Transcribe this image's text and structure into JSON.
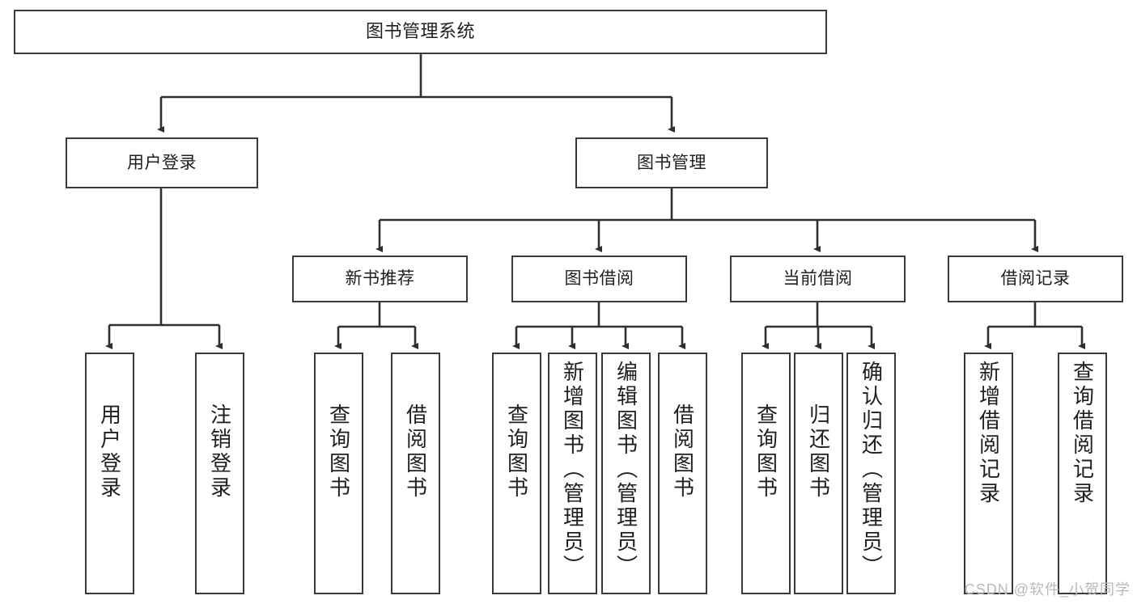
{
  "diagram": {
    "title": "图书管理系统",
    "type": "tree-hierarchy-diagram",
    "colors": {
      "box_border": "#3a3a3a",
      "box_fill": "#ffffff",
      "connector": "#2f2f2f",
      "text": "#1f1f1f",
      "watermark": "#b9b9b9"
    },
    "levels": {
      "root": {
        "label": "图书管理系统"
      },
      "level2": [
        {
          "id": "user-login",
          "label": "用户登录"
        },
        {
          "id": "book-management",
          "label": "图书管理"
        }
      ],
      "level3": [
        {
          "id": "new-book-recommend",
          "label": "新书推荐"
        },
        {
          "id": "book-borrow",
          "label": "图书借阅"
        },
        {
          "id": "current-borrow",
          "label": "当前借阅"
        },
        {
          "id": "borrow-record",
          "label": "借阅记录"
        }
      ],
      "leaves": {
        "user-login": [
          {
            "id": "leaf-user-login",
            "label": "用户登录"
          },
          {
            "id": "leaf-user-logout",
            "label": "注销登录"
          }
        ],
        "new-book-recommend": [
          {
            "id": "leaf-query-book-1",
            "label": "查询图书"
          },
          {
            "id": "leaf-borrow-book-1",
            "label": "借阅图书"
          }
        ],
        "book-borrow": [
          {
            "id": "leaf-query-book-2",
            "label": "查询图书"
          },
          {
            "id": "leaf-add-book",
            "label": "新增图书（管理员）"
          },
          {
            "id": "leaf-edit-book",
            "label": "编辑图书（管理员）"
          },
          {
            "id": "leaf-borrow-book-2",
            "label": "借阅图书"
          }
        ],
        "current-borrow": [
          {
            "id": "leaf-query-book-3",
            "label": "查询图书"
          },
          {
            "id": "leaf-return-book",
            "label": "归还图书"
          },
          {
            "id": "leaf-confirm-return",
            "label": "确认归还（管理员）"
          }
        ],
        "borrow-record": [
          {
            "id": "leaf-add-record",
            "label": "新增借阅记录"
          },
          {
            "id": "leaf-query-record",
            "label": "查询借阅记录"
          }
        ]
      }
    },
    "watermark": "CSDN @软件_小贺同学"
  }
}
